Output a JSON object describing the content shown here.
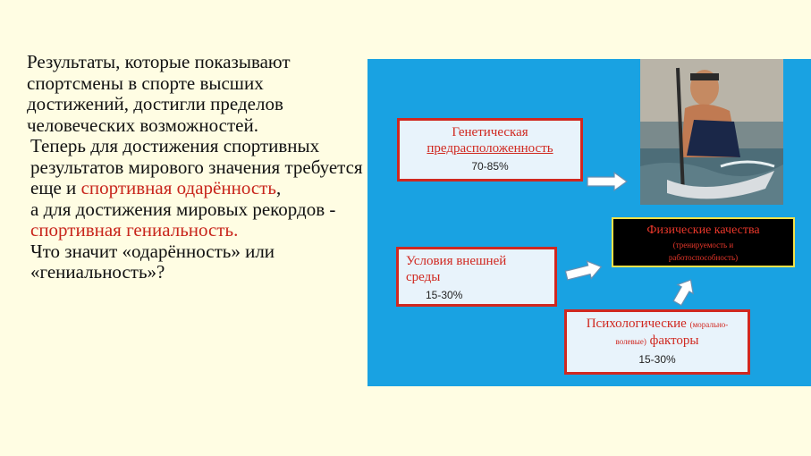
{
  "text": {
    "line1": "Результаты, которые показывают спортсмены в спорте высших достижений, достигли пределов человеческих возможностей.",
    "line2_a": "Теперь для достижения спортивных результатов мирового значения требуется",
    "line2_b": "еще и ",
    "line2_c": "спортивная одарённость",
    "line2_d": ",",
    "line3_a": "а для достижения мировых рекордов - ",
    "line3_b": "спортивная гениальность.",
    "line4": "Что значит «одарённость» или «гениальность»?"
  },
  "diagram": {
    "genetic": {
      "title_line1": "Генетическая",
      "title_line2": "предрасположенность",
      "pct": "70-85%"
    },
    "environment": {
      "title_line1": "Условия внешней",
      "title_line2": "среды",
      "pct": "15-30%"
    },
    "psych": {
      "title_a": "Психологические ",
      "title_small1": "(морально-",
      "title_small2": "волевые)",
      "title_b": " факторы",
      "pct": "15-30%"
    },
    "physical": {
      "title": "Физические качества",
      "sub1": "(тренируемость и",
      "sub2": "работоспособность)"
    }
  },
  "colors": {
    "panel": "#19a2e2",
    "box_border": "#d02820",
    "accent_red": "#c8261c",
    "background": "#fffde3"
  }
}
